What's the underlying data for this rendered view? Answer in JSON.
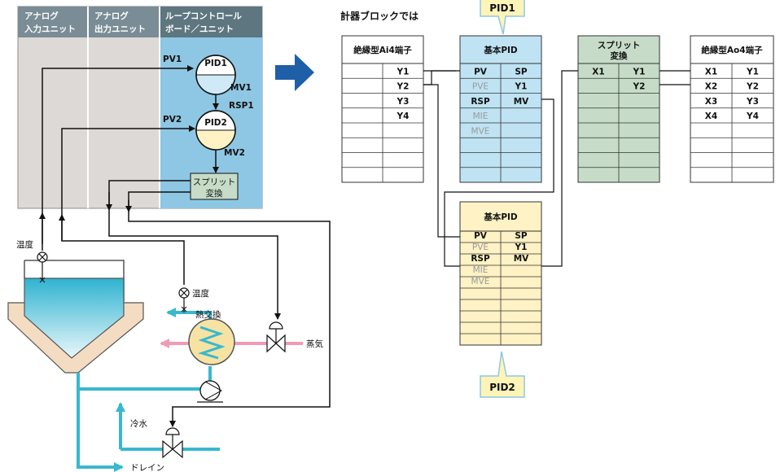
{
  "units": {
    "analog_in": [
      "アナログ",
      "入力ユニット"
    ],
    "analog_out": [
      "アナログ",
      "出力ユニット"
    ],
    "loop_ctrl": [
      "ループコントロール",
      "ボード／ユニット"
    ]
  },
  "loop": {
    "pid1": "PID1",
    "pid2": "PID2",
    "pv1": "PV1",
    "pv2": "PV2",
    "mv1": "MV1",
    "mv2": "MV2",
    "rsp1": "RSP1",
    "split": [
      "スプリット",
      "変換"
    ]
  },
  "process": {
    "temp_tank": "温度",
    "temp_hx": "温度",
    "heat_exchanger": "熱交換",
    "steam": "蒸気",
    "cold_water": "冷水",
    "drain": "ドレイン"
  },
  "blocks_title": "計器ブロックでは",
  "callouts": {
    "top": "PID1",
    "bottom": "PID2"
  },
  "blocks": {
    "ai4": {
      "title": "絶縁型Ai4端子",
      "rows": [
        [
          "",
          "Y1"
        ],
        [
          "",
          "Y2"
        ],
        [
          "",
          "Y3"
        ],
        [
          "",
          "Y4"
        ],
        [
          "",
          ""
        ],
        [
          "",
          ""
        ],
        [
          "",
          ""
        ],
        [
          "",
          ""
        ]
      ]
    },
    "pid_a": {
      "title": "基本PID",
      "rows": [
        [
          "PV",
          "SP"
        ],
        [
          "PVE",
          "Y1"
        ],
        [
          "RSP",
          "MV"
        ],
        [
          "MIE",
          ""
        ],
        [
          "MVE",
          ""
        ],
        [
          "",
          ""
        ],
        [
          "",
          ""
        ],
        [
          "",
          ""
        ]
      ]
    },
    "split": {
      "title": [
        "スプリット",
        "変換"
      ],
      "rows": [
        [
          "X1",
          "Y1"
        ],
        [
          "",
          "Y2"
        ],
        [
          "",
          ""
        ],
        [
          "",
          ""
        ],
        [
          "",
          ""
        ],
        [
          "",
          ""
        ],
        [
          "",
          ""
        ],
        [
          "",
          ""
        ]
      ]
    },
    "ao4": {
      "title": "絶縁型Ao4端子",
      "rows": [
        [
          "X1",
          "Y1"
        ],
        [
          "X2",
          "Y2"
        ],
        [
          "X3",
          "Y3"
        ],
        [
          "X4",
          "Y4"
        ],
        [
          "",
          ""
        ],
        [
          "",
          ""
        ],
        [
          "",
          ""
        ],
        [
          "",
          ""
        ]
      ]
    },
    "pid_b": {
      "title": "基本PID",
      "rows": [
        [
          "PV",
          "SP"
        ],
        [
          "PVE",
          "Y1"
        ],
        [
          "RSP",
          "MV"
        ],
        [
          "MIE",
          ""
        ],
        [
          "MVE",
          ""
        ],
        [
          "",
          ""
        ],
        [
          "",
          ""
        ],
        [
          "",
          ""
        ],
        [
          "",
          ""
        ],
        [
          "",
          ""
        ]
      ]
    }
  },
  "colors": {
    "unit_header": "#7a8c95",
    "unit_body": "#ddd9d6",
    "loop_body": "#8ec7e3",
    "pid_block": "#bfe3f3",
    "split_block": "#c6dcc8",
    "pid2_block": "#fff2c4",
    "water": "#39b8cf",
    "steam": "#f29ab4",
    "arrow_blue": "#1f5fa8"
  }
}
